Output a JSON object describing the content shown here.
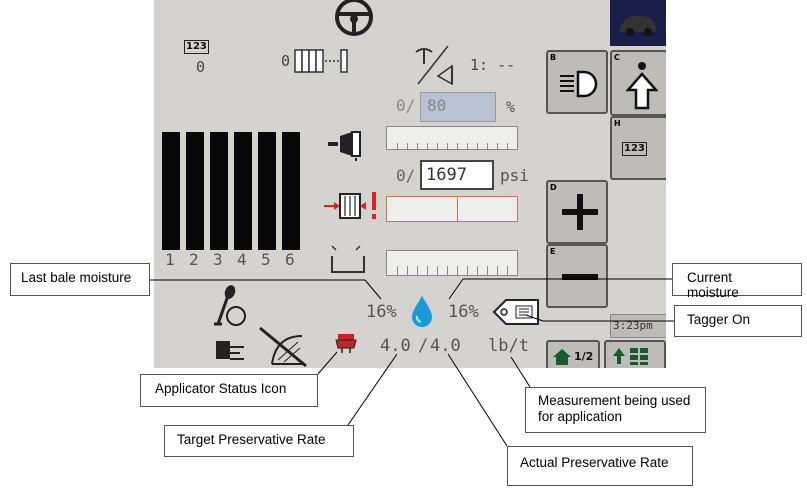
{
  "display": {
    "counter_value": "0",
    "knife_count": "0",
    "ratio_text": "1: --",
    "moisture_limit": "0/",
    "moisture_value": "80",
    "percent_unit": "%",
    "pressure_prefix": "0/",
    "pressure_value": "1697",
    "pressure_unit": "psi",
    "bar_labels": [
      "1",
      "2",
      "3",
      "4",
      "5",
      "6"
    ],
    "last_bale_moisture": "16%",
    "current_moisture": "16%",
    "target_rate": "4.0",
    "rate_sep": "/",
    "actual_rate": "4.0",
    "rate_unit": "lb/t",
    "clock": "3:23pm",
    "page_indicator": "1/2"
  },
  "softkeys": {
    "b": "B",
    "c": "C",
    "h": "H",
    "d": "D",
    "e": "E",
    "counter_key": "123"
  },
  "callouts": {
    "last_bale_moisture": "Last bale moisture",
    "current_moisture": "Current moisture",
    "tagger_on": "Tagger On",
    "applicator_status_icon": "Applicator Status Icon",
    "measurement_used": "Measurement being used for application",
    "target_rate": "Target Preservative Rate",
    "actual_rate": "Actual Preservative Rate"
  },
  "colors": {
    "screen_bg": "#d4d3cf",
    "moisture_drop": "#1a9ad6",
    "alert_red": "#e02020",
    "applicator_red": "#c8202a"
  }
}
